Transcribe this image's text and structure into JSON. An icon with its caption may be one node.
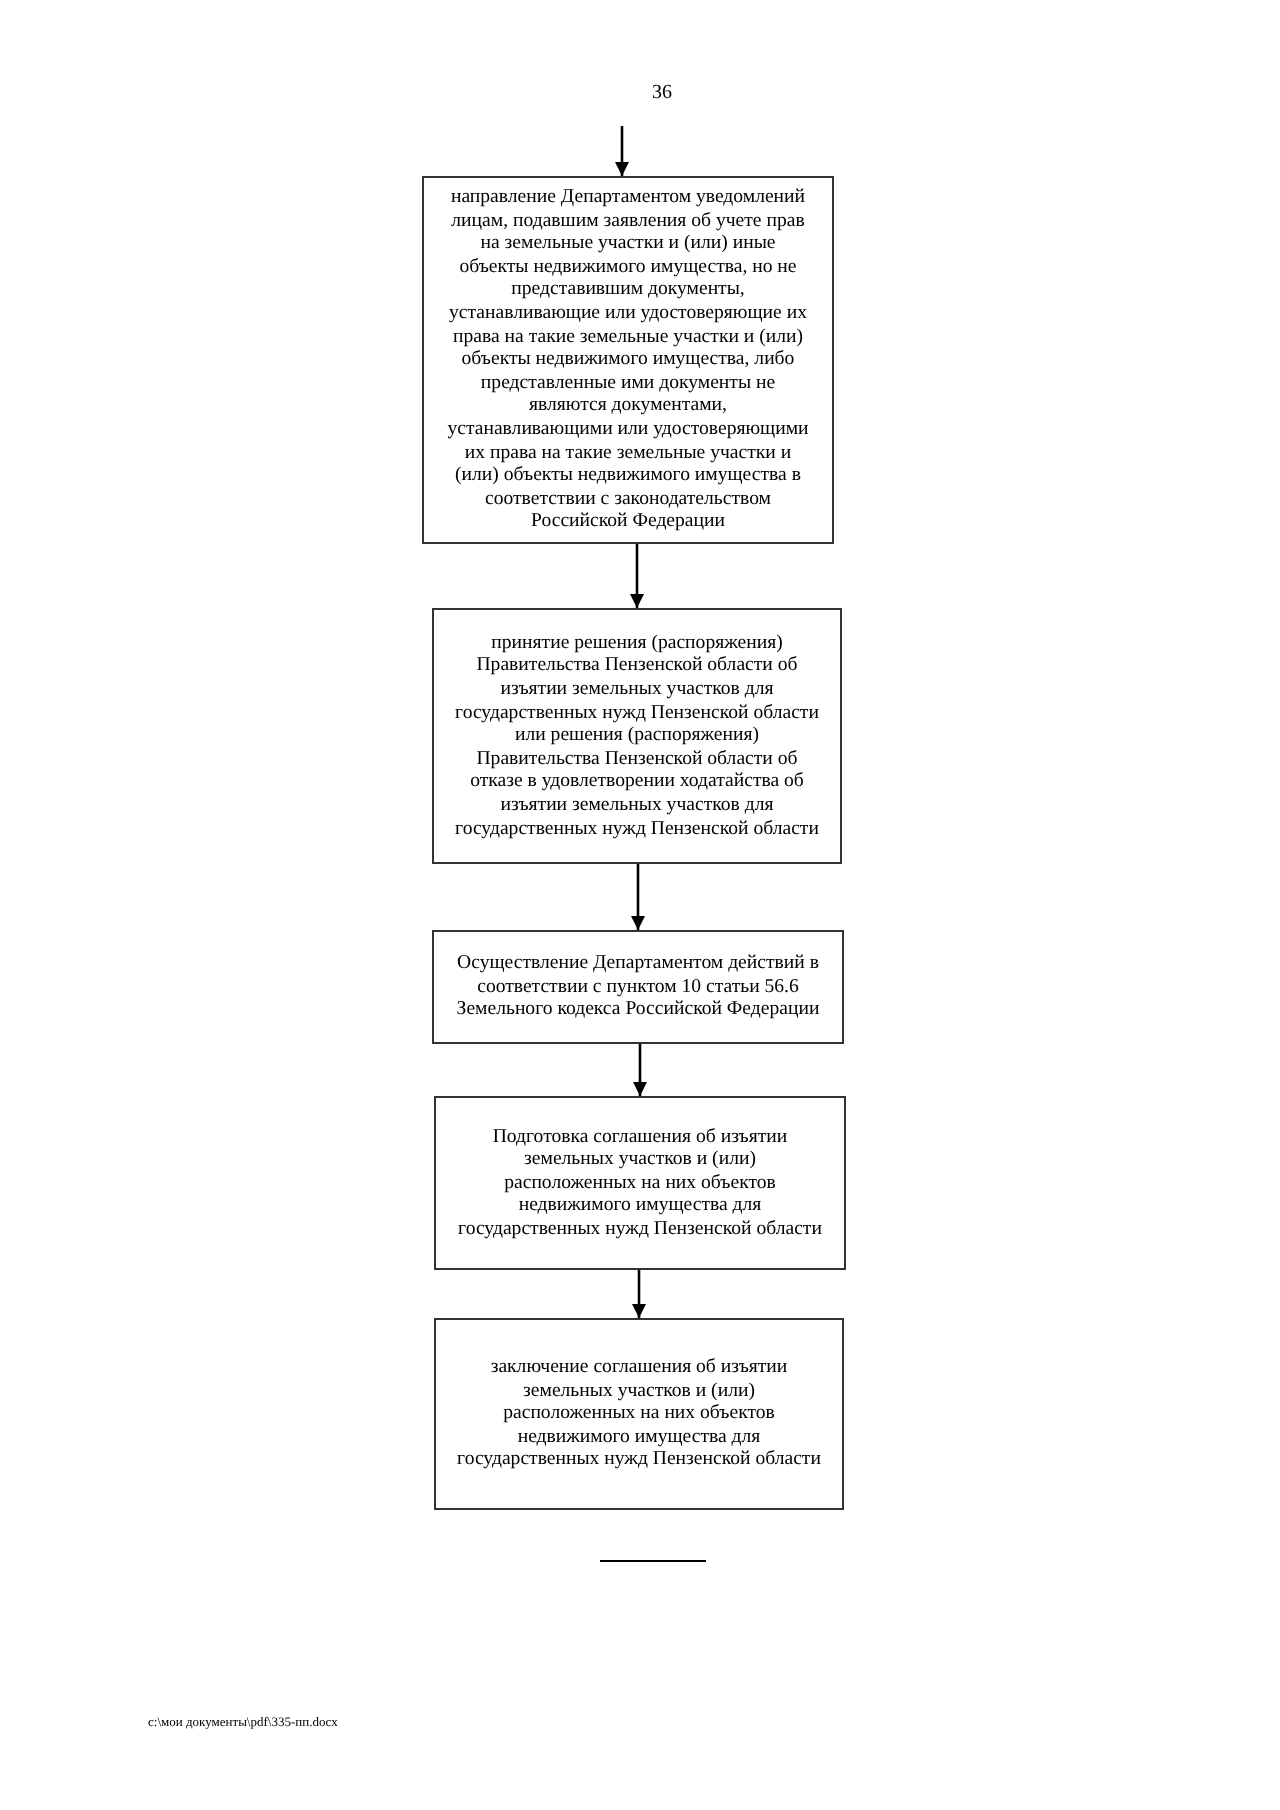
{
  "diagram": {
    "nodes": [
      {
        "text": [
          "направление Департаментом уведомлений лицам, подавшим заявления об учете прав на земельные участки и (или) иные объекты недвижимого имущества, но не представившим документы, устанавливающие или удостоверяющие их права на такие земельные участки и (или) объекты недвижимого имущества, либо представленные ими документы не являются документами, устанавливающими или удостоверяющими их права на такие земельные участки и (или) объекты недвижимого имущества в соответствии с законодательством Российской Федерации"
        ]
      },
      {
        "text": [
          "принятие решения (распоряжения) Правительства Пензенской области об изъятии земельных участков для государственных нужд Пензенской области или решения (распоряжения) Правительства Пензенской области об отказе в удовлетворении ходатайства об изъятии земельных участков для государственных нужд Пензенской области"
        ]
      },
      {
        "text": [
          "Осуществление Департаментом действий в соответствии с пунктом 10 статьи 56.6 Земельного кодекса Российской Федерации"
        ]
      },
      {
        "text": [
          "Подготовка соглашения об изъятии земельных участков и (или) расположенных на них объектов недвижимого имущества для государственных нужд Пензенской области"
        ]
      },
      {
        "text": [
          "заключение соглашения об изъятии земельных участков и (или) расположенных на них объектов недвижимого имущества для государственных нужд Пензенской области"
        ]
      }
    ],
    "edges": [
      {
        "from": null,
        "to": 0,
        "arrow": "to"
      },
      {
        "from": 0,
        "to": 1,
        "arrow": "to"
      },
      {
        "from": 1,
        "to": 2,
        "arrow": "to"
      },
      {
        "from": 2,
        "to": 3,
        "arrow": "to"
      },
      {
        "from": 3,
        "to": 4,
        "arrow": "to"
      }
    ],
    "labels": [
      "36",
      "c:\\мои документы\\pdf\\335-пп.docx"
    ]
  }
}
